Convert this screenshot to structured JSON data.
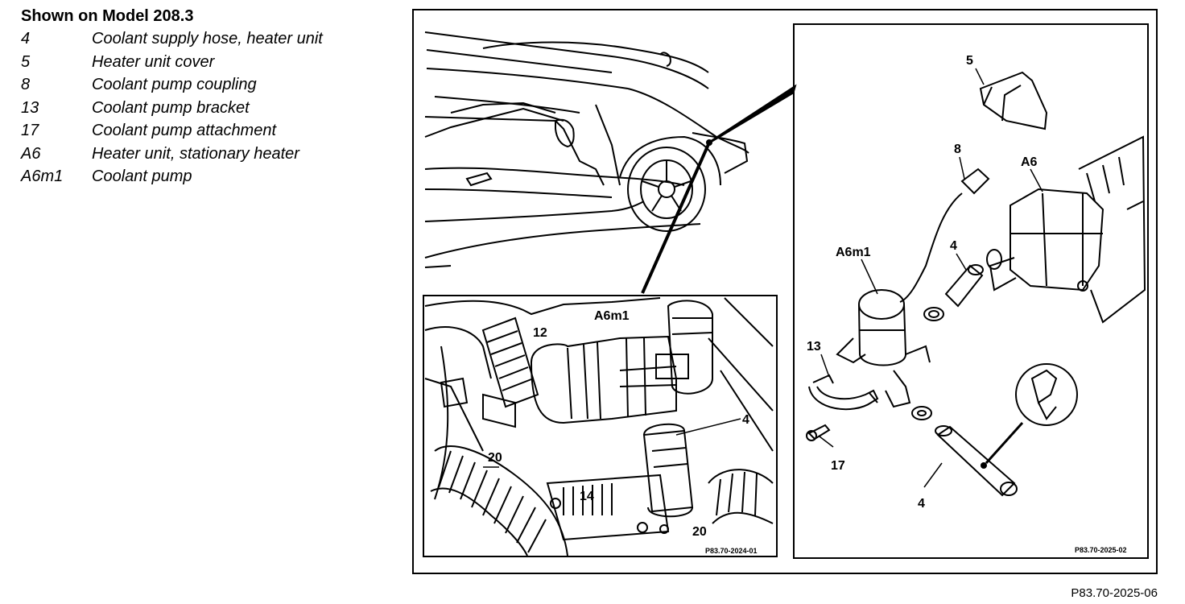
{
  "legend": {
    "title": "Shown on Model 208.3",
    "items": [
      {
        "code": "4",
        "label": "Coolant supply hose, heater unit"
      },
      {
        "code": "5",
        "label": "Heater unit cover"
      },
      {
        "code": "8",
        "label": "Coolant pump coupling"
      },
      {
        "code": "13",
        "label": "Coolant pump bracket"
      },
      {
        "code": "17",
        "label": "Coolant pump attachment"
      },
      {
        "code": "A6",
        "label": "Heater unit, stationary heater"
      },
      {
        "code": "A6m1",
        "label": "Coolant pump"
      }
    ]
  },
  "callouts": {
    "detail": {
      "a6m1": "A6m1",
      "n12": "12",
      "n4": "4",
      "n20a": "20",
      "n14": "14",
      "n20b": "20",
      "code": "P83.70-2024-01"
    },
    "exploded": {
      "n5": "5",
      "n8": "8",
      "a6": "A6",
      "a6m1": "A6m1",
      "n4a": "4",
      "n13": "13",
      "n17": "17",
      "n4b": "4",
      "code": "P83.70-2025-02"
    }
  },
  "figure_code": "P83.70-2025-06"
}
